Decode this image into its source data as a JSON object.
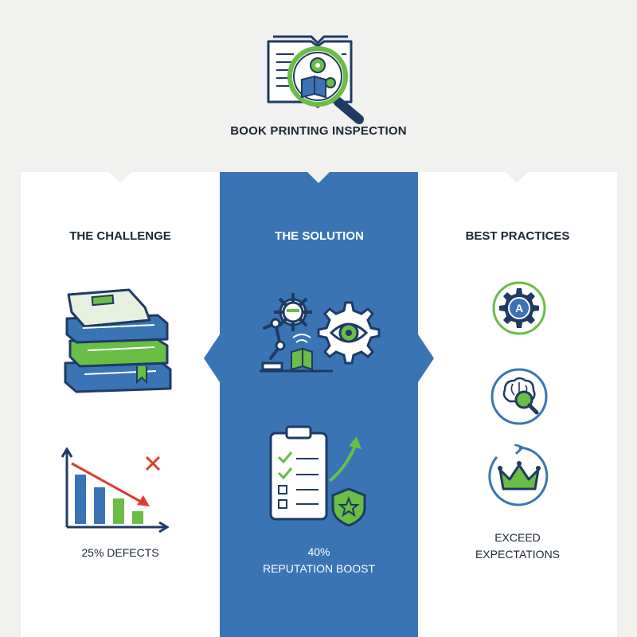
{
  "header": {
    "title": "BOOK PRINTING INSPECTION",
    "icon": "book-magnifier-gear-icon"
  },
  "columns": {
    "challenge": {
      "title": "THE CHALLENGE",
      "icon": "book-stack-icon",
      "chart_icon": "declining-bar-chart-icon",
      "caption": "25% DEFECTS"
    },
    "solution": {
      "title": "THE SOLUTION",
      "icon": "robot-arm-gears-eye-icon",
      "chart_icon": "checklist-shield-icon",
      "caption_line1": "40%",
      "caption_line2": "REPUTATION BOOST"
    },
    "practices": {
      "title": "BEST PRACTICES",
      "icons": [
        "gear-a-icon",
        "brain-magnifier-icon",
        "crown-cycle-icon"
      ],
      "caption_line1": "EXCEED",
      "caption_line2": "EXPECTATIONS"
    }
  },
  "colors": {
    "blue": "#3a74b5",
    "navy": "#1f3a63",
    "green": "#6abd45",
    "red": "#e03a2f",
    "background": "#f1f1ef"
  }
}
